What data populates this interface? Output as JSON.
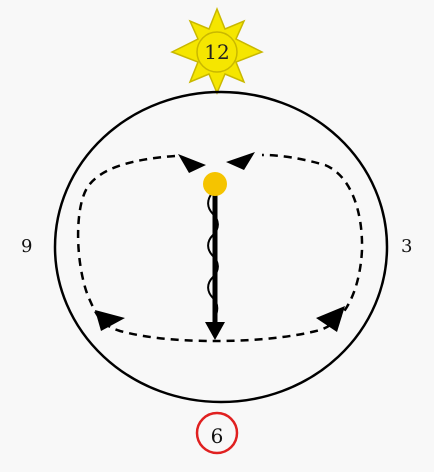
{
  "clock": {
    "labels": {
      "top": "12",
      "right": "3",
      "bottom": "6",
      "left": "9"
    }
  },
  "colors": {
    "background": "#f8f8f8",
    "outline": "#000000",
    "sun_fill": "#f5e600",
    "sun_stroke": "#c9b800",
    "center_dot": "#f5c400",
    "bottom_ring": "#e02020"
  },
  "icons": {
    "sun": "sun-icon",
    "center_dot": "dot-icon",
    "bottom_marker": "circle-ring-icon"
  }
}
